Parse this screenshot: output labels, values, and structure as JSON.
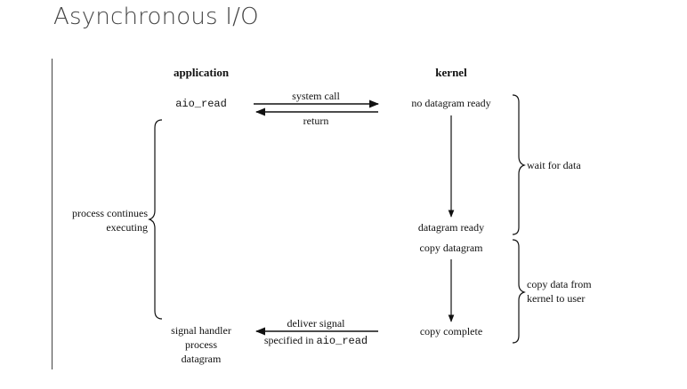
{
  "page": {
    "title": "Asynchronous I/O"
  },
  "diagram": {
    "columns": {
      "application": "application",
      "kernel": "kernel"
    },
    "application": {
      "aio_read": "aio_read",
      "process_continues_line1": "process continues",
      "process_continues_line2": "executing",
      "signal_handler_line1": "signal handler",
      "signal_handler_line2": "process",
      "signal_handler_line3": "datagram"
    },
    "arrows": {
      "system_call": "system call",
      "return": "return",
      "deliver_signal": "deliver signal",
      "specified_in_prefix": "specified in ",
      "specified_in_code": "aio_read"
    },
    "kernel": {
      "no_datagram_ready": "no datagram ready",
      "datagram_ready": "datagram ready",
      "copy_datagram": "copy datagram",
      "copy_complete": "copy complete"
    },
    "phases": {
      "wait_for_data": "wait for data",
      "copy_data_line1": "copy data from",
      "copy_data_line2": "kernel to user"
    }
  }
}
